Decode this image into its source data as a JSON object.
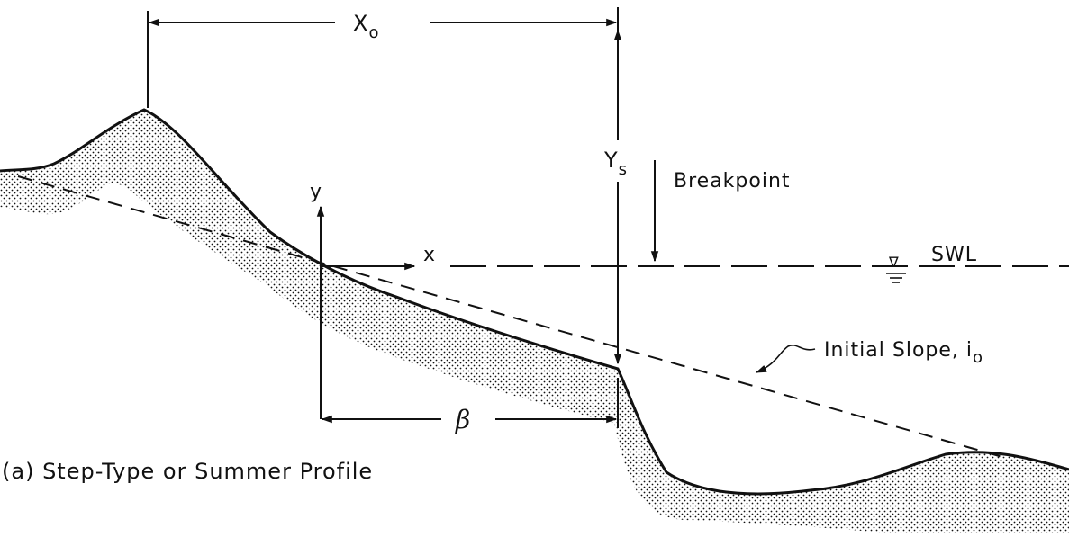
{
  "figure": {
    "caption": "(a) Step-Type or Summer Profile",
    "labels": {
      "x0_main": "X",
      "x0_sub": "o",
      "ys_main": "Y",
      "ys_sub": "s",
      "breakpoint": "Breakpoint",
      "y_axis": "y",
      "x_axis": "x",
      "swl": "SWL",
      "water_symbol": "∇",
      "initial_slope": "Initial Slope, i",
      "initial_slope_sub": "o",
      "beta": "β"
    },
    "colors": {
      "ink": "#111111",
      "background": "#ffffff"
    }
  }
}
